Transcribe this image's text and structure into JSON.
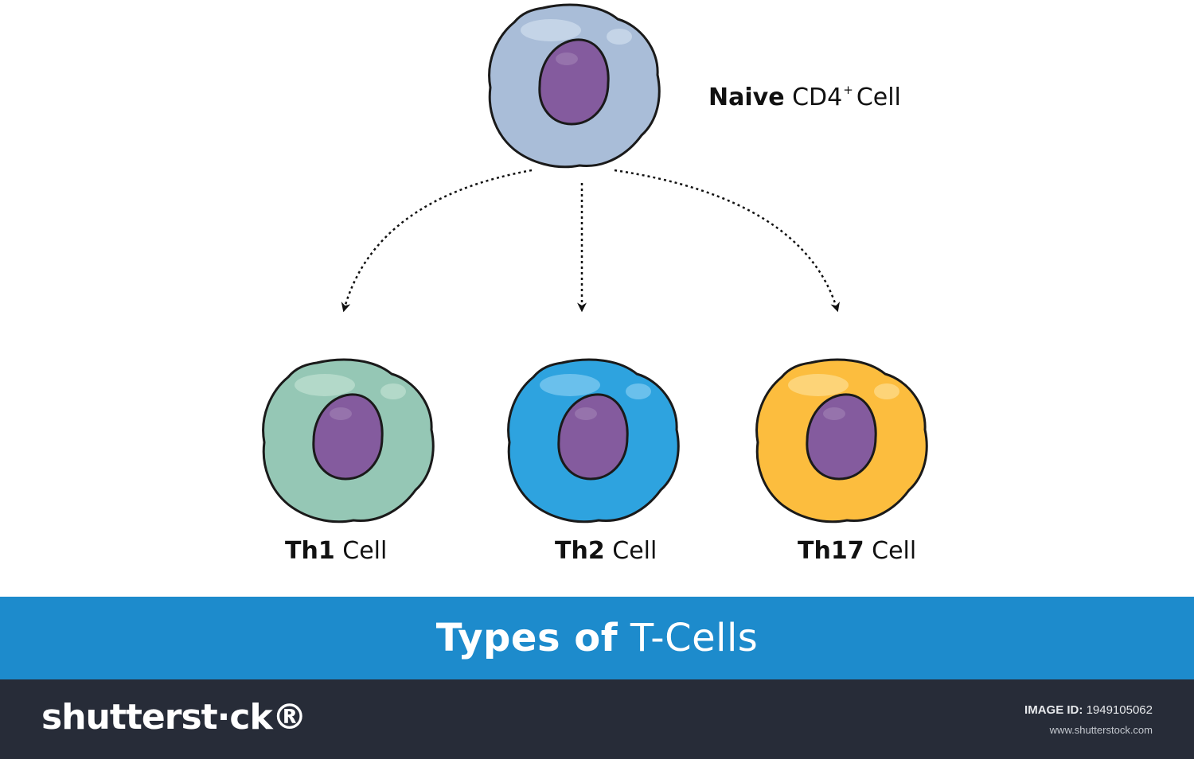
{
  "diagram": {
    "parent": {
      "label_bold": "Naive",
      "label_rest": "CD4",
      "label_sup": "+",
      "label_tail": "Cell",
      "membrane_color": "#a9bdd8",
      "membrane_highlight": "#c9d8ea"
    },
    "children": [
      {
        "label_bold": "Th1",
        "label_rest": "Cell",
        "membrane_color": "#95c7b5",
        "membrane_highlight": "#b8dccd"
      },
      {
        "label_bold": "Th2",
        "label_rest": "Cell",
        "membrane_color": "#2ea3df",
        "membrane_highlight": "#74c6ee"
      },
      {
        "label_bold": "Th17",
        "label_rest": "Cell",
        "membrane_color": "#fcbd3e",
        "membrane_highlight": "#fdd883"
      }
    ],
    "nucleus_color": "#845b9e",
    "outline_color": "#1a1a1a",
    "arrow_style": "dotted"
  },
  "title": {
    "bold": "Types of",
    "rest": "T-Cells",
    "banner_color": "#1d8bcc"
  },
  "footer": {
    "logo": "shutterst·ck®",
    "image_id_key": "IMAGE ID:",
    "image_id_value": "1949105062",
    "url": "www.shutterstock.com",
    "bar_color": "#272c38"
  }
}
